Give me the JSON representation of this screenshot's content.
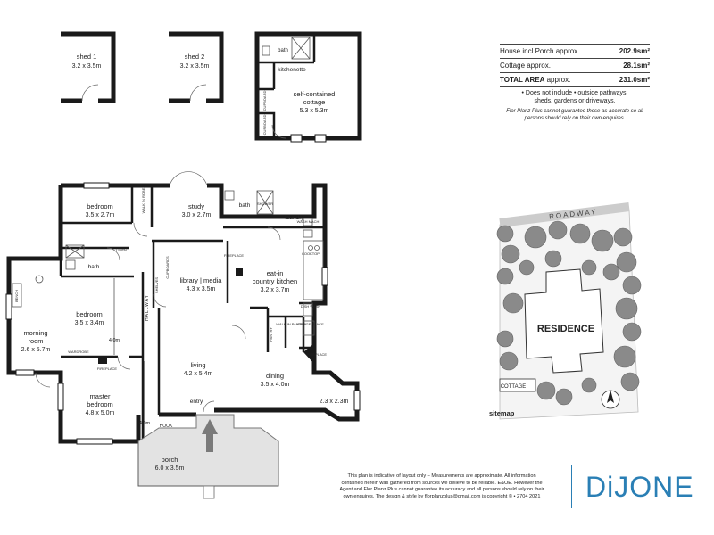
{
  "areas": [
    {
      "label": "House incl Porch",
      "unit": "approx.",
      "value": "202.9sm²",
      "bold": false
    },
    {
      "label": "Cottage",
      "unit": "approx.",
      "value": "28.1sm²",
      "bold": false
    },
    {
      "label": "TOTAL AREA",
      "unit": "approx.",
      "value": "231.0sm²",
      "bold": true
    }
  ],
  "notes": {
    "line1": "• Does not include   •  outside pathways,",
    "line2": "sheds, gardens or driveways.",
    "disclaimer": "Flor Planz Plus cannot guarantee these as accurate so all persons should rely on their own enquires."
  },
  "outbuildings": {
    "shed1": {
      "name": "shed 1",
      "dims": "3.2 x 3.5m"
    },
    "shed2": {
      "name": "shed 2",
      "dims": "3.2 x 3.5m"
    },
    "cottage": {
      "name": "self-contained",
      "name2": "cottage",
      "dims": "5.3 x 5.3m",
      "bath": "bath",
      "kitchenette": "kitchenette",
      "cupboard1": "CUPBOARD",
      "cupboard2": "CUPBOARD"
    }
  },
  "rooms": {
    "bedroom": {
      "name": "bedroom",
      "dims": "3.5 x 2.7m"
    },
    "walkinrobe": {
      "name": "WALK IN ROBE"
    },
    "study": {
      "name": "study",
      "dims": "3.0 x 2.7m"
    },
    "bath_top": {
      "name": "bath"
    },
    "laundry": {
      "name": "laundry"
    },
    "bath_left": {
      "name": "bath"
    },
    "linen": {
      "name": "LINEN"
    },
    "library": {
      "name": "library | media",
      "dims": "4.3 x 3.5m"
    },
    "kitchen": {
      "name": "eat-in",
      "name2": "country kitchen",
      "dims": "3.2 x 3.7m"
    },
    "morning": {
      "name": "morning",
      "name2": "room",
      "dims": "2.6 x 5.7m"
    },
    "bedroom2": {
      "name": "bedroom",
      "dims": "3.5 x 3.4m"
    },
    "master": {
      "name": "master",
      "name2": "bedroom",
      "dims": "4.8 x 5.0m"
    },
    "living": {
      "name": "living",
      "dims": "4.2 x 5.4m"
    },
    "dining": {
      "name": "dining",
      "dims": "3.5 x 4.0m"
    },
    "bay": {
      "dims": "2.3 x 2.3m"
    },
    "entry": {
      "name": "entry"
    },
    "porch": {
      "name": "porch",
      "dims": "6.0 x 3.5m"
    },
    "walkinpantry": {
      "name": "WALK IN PANTRY"
    },
    "hallway": {
      "name": "HALLWAY"
    }
  },
  "labels": {
    "fireplace": "FIREPLACE",
    "wardrobe": "WARDROBE",
    "hook": "HOOK",
    "bench": "BENCH",
    "dim4m_a": "4.0m",
    "dim4m_b": "4.0m",
    "shelves": "SHELVES",
    "cupboards": "CUPBOARDS",
    "dishwash": "DISH WASH",
    "fridge": "FRIDGE SPACE",
    "cooktop": "COOKTOP",
    "washmach": "WASH MACH",
    "shower": "SHOWER",
    "pantry": "PANTRY"
  },
  "sitemap": {
    "road": "ROADWAY",
    "residence": "RESIDENCE",
    "cottage": "COTTAGE",
    "caption": "sitemap"
  },
  "footer": {
    "line1": "This plan is indicative of layout only  –  Measurements are approximate. All information",
    "line2": "contained herein was gathered from sources we believe to be reliable. E&OE. However the",
    "line3": "Agent and Flor Planz Plus cannot guarantee its accuracy and all persons should rely on their",
    "line4": "own enquires. The design & style by florplanzplus@gmail.com is copyright ©  • 2704  2021"
  },
  "brand": "DiJONE"
}
